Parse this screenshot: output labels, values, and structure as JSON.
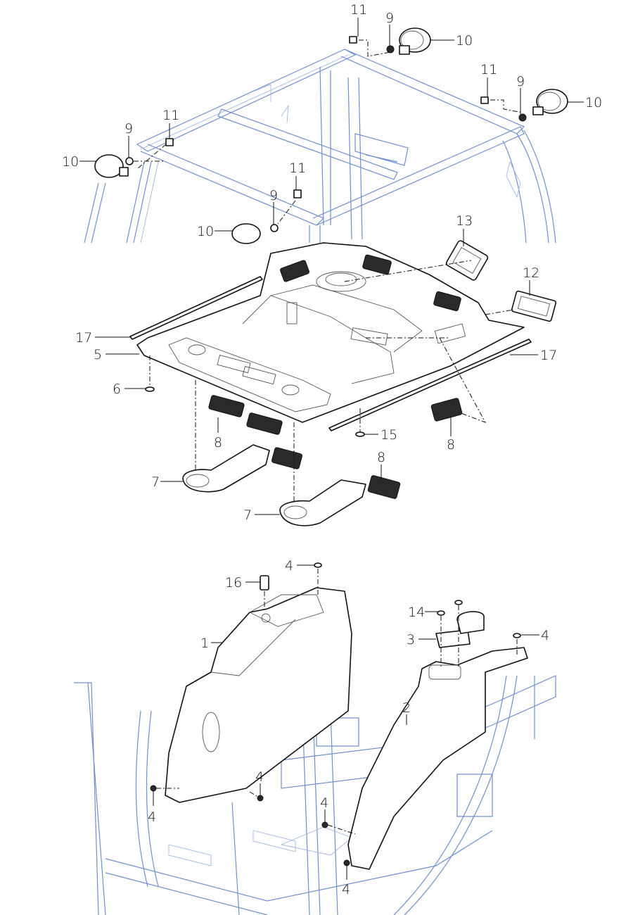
{
  "diagram": {
    "title": "Cab interior trim exploded view",
    "callouts": [
      {
        "id": "c11a",
        "label": "11"
      },
      {
        "id": "c9a",
        "label": "9"
      },
      {
        "id": "c10a",
        "label": "10"
      },
      {
        "id": "c11b",
        "label": "11"
      },
      {
        "id": "c9b",
        "label": "9"
      },
      {
        "id": "c10b",
        "label": "10"
      },
      {
        "id": "c11c",
        "label": "11"
      },
      {
        "id": "c9c",
        "label": "9"
      },
      {
        "id": "c10c",
        "label": "10"
      },
      {
        "id": "c11d",
        "label": "11"
      },
      {
        "id": "c9d",
        "label": "9"
      },
      {
        "id": "c10d",
        "label": "10"
      },
      {
        "id": "c13",
        "label": "13"
      },
      {
        "id": "c12",
        "label": "12"
      },
      {
        "id": "c17a",
        "label": "17"
      },
      {
        "id": "c5",
        "label": "5"
      },
      {
        "id": "c17b",
        "label": "17"
      },
      {
        "id": "c6",
        "label": "6"
      },
      {
        "id": "c15",
        "label": "15"
      },
      {
        "id": "c8a",
        "label": "8"
      },
      {
        "id": "c8b",
        "label": "8"
      },
      {
        "id": "c8c",
        "label": "8"
      },
      {
        "id": "c7a",
        "label": "7"
      },
      {
        "id": "c7b",
        "label": "7"
      },
      {
        "id": "c4a",
        "label": "4"
      },
      {
        "id": "c16",
        "label": "16"
      },
      {
        "id": "c14",
        "label": "14"
      },
      {
        "id": "c3",
        "label": "3"
      },
      {
        "id": "c4b",
        "label": "4"
      },
      {
        "id": "c1",
        "label": "1"
      },
      {
        "id": "c2",
        "label": "2"
      },
      {
        "id": "c4c",
        "label": "4"
      },
      {
        "id": "c4d",
        "label": "4"
      },
      {
        "id": "c4e",
        "label": "4"
      },
      {
        "id": "c4f",
        "label": "4"
      }
    ],
    "colors": {
      "frame": "#6f8fd0",
      "part_outline": "#111111"
    }
  }
}
